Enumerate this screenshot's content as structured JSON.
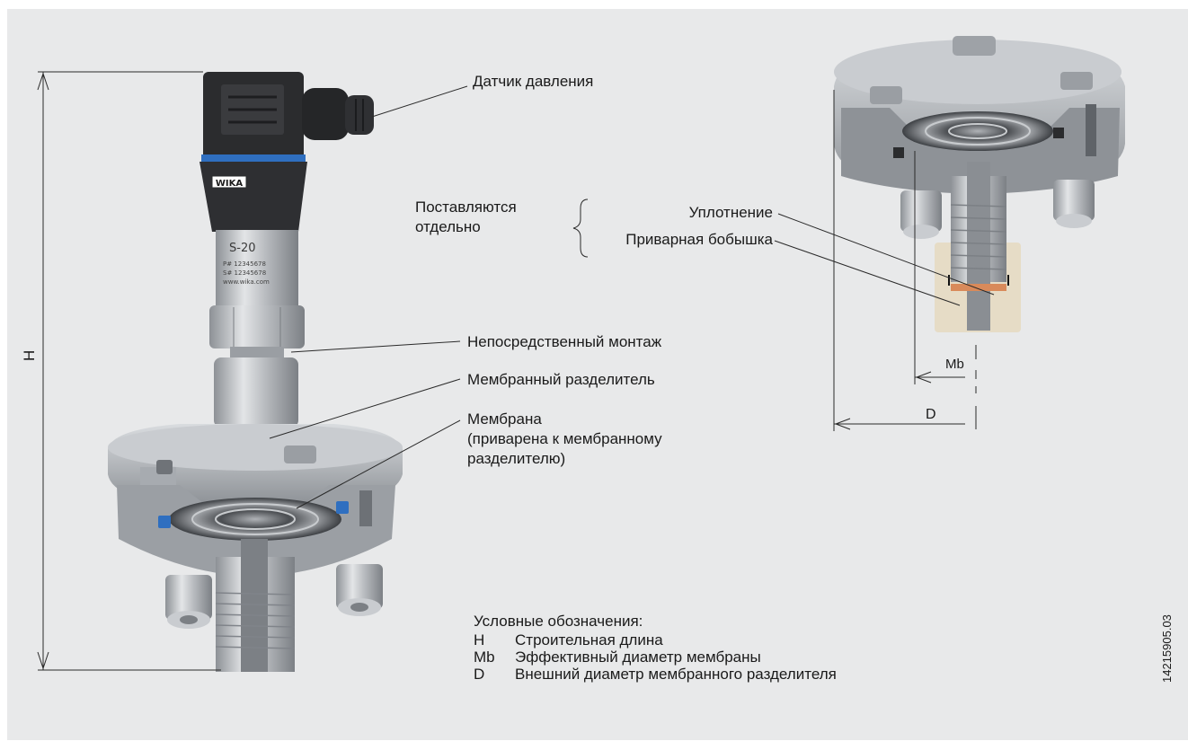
{
  "labels": {
    "sensor": "Датчик давления",
    "supplied_line1": "Поставляются",
    "supplied_line2": "отдельно",
    "seal": "Уплотнение",
    "weld_boss": "Приварная бобышка",
    "direct_mount": "Непосредственный монтаж",
    "diaphragm_seal": "Мембранный разделитель",
    "membrane_line1": "Мембрана",
    "membrane_line2": "(приварена к мембранному",
    "membrane_line3": "разделителю)"
  },
  "device_marks": {
    "brand": "WIKA",
    "model": "S-20",
    "p_line": "P#  12345678",
    "s_line": "S#  12345678",
    "web": "www.wika.com"
  },
  "dimensions": {
    "height": "H",
    "membrane_diameter": "Mb",
    "outer_diameter": "D"
  },
  "legend": {
    "title": "Условные обозначения:",
    "items": [
      {
        "symbol": "H",
        "text": "Строительная длина"
      },
      {
        "symbol": "Mb",
        "text": "Эффективный диаметр мембраны"
      },
      {
        "symbol": "D",
        "text": "Внешний диаметр мембранного разделителя"
      }
    ]
  },
  "doc_number": "14215905.03",
  "colors": {
    "background": "#e8e9ea",
    "steel": "#b9bcc0",
    "steel_dark": "#8d9196",
    "connector": "#2b2c2e",
    "accent_blue": "#2f6fc0",
    "seal_copper": "#d98a5a",
    "boss": "#e6dcc6",
    "line": "#2a2a2a"
  }
}
